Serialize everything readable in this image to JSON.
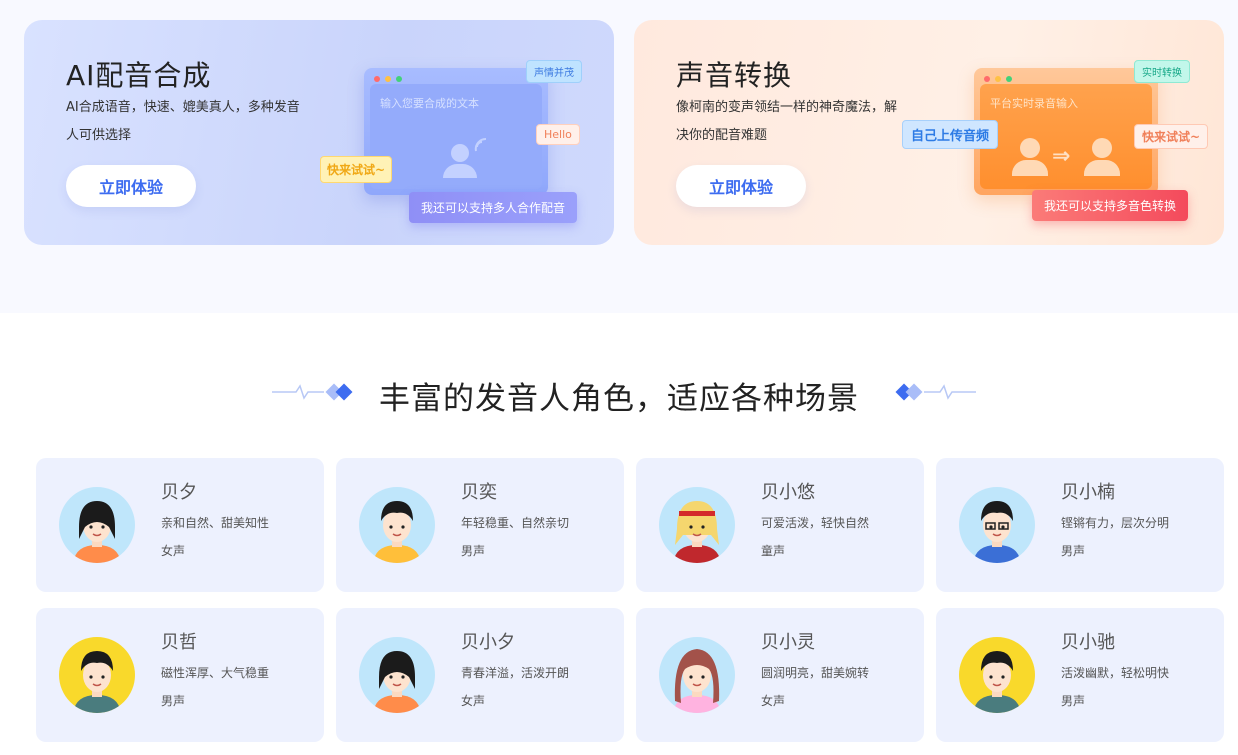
{
  "ai_card": {
    "title": "AI配音合成",
    "desc": "AI合成语音，快速、媲美真人，多种发音人可供选择",
    "button": "立即体验",
    "window_placeholder": "输入您要合成的文本",
    "tag_emotion": "声情并茂",
    "tag_hello": "Hello",
    "tag_try": "快来试试~",
    "tag_multi": "我还可以支持多人合作配音"
  },
  "vc_card": {
    "title": "声音转换",
    "desc": "像柯南的变声领结一样的神奇魔法，解决你的配音难题",
    "button": "立即体验",
    "window_placeholder": "平台实时录音输入",
    "tag_realtime": "实时转换",
    "tag_upload": "自己上传音频",
    "tag_try": "快来试试~",
    "tag_multi": "我还可以支持多音色转换"
  },
  "section": {
    "title": "丰富的发音人角色，适应各种场景"
  },
  "voices": [
    {
      "name": "贝夕",
      "desc": "亲和自然、甜美知性",
      "gender": "女声",
      "avatar": "female-avatar-icon"
    },
    {
      "name": "贝奕",
      "desc": "年轻稳重、自然亲切",
      "gender": "男声",
      "avatar": "male-avatar-icon"
    },
    {
      "name": "贝小悠",
      "desc": "可爱活泼，轻快自然",
      "gender": "童声",
      "avatar": "child-avatar-icon"
    },
    {
      "name": "贝小楠",
      "desc": "铿锵有力，层次分明",
      "gender": "男声",
      "avatar": "glasses-male-avatar-icon"
    },
    {
      "name": "贝哲",
      "desc": "磁性浑厚、大气稳重",
      "gender": "男声",
      "avatar": "male-avatar-icon"
    },
    {
      "name": "贝小夕",
      "desc": "青春洋溢，活泼开朗",
      "gender": "女声",
      "avatar": "female-avatar-icon"
    },
    {
      "name": "贝小灵",
      "desc": "圆润明亮，甜美婉转",
      "gender": "女声",
      "avatar": "long-hair-female-avatar-icon"
    },
    {
      "name": "贝小驰",
      "desc": "活泼幽默，轻松明快",
      "gender": "男声",
      "avatar": "male-avatar-icon"
    }
  ],
  "colors": {
    "accent": "#3d6cf0",
    "card_bg": "#edf1fe"
  }
}
